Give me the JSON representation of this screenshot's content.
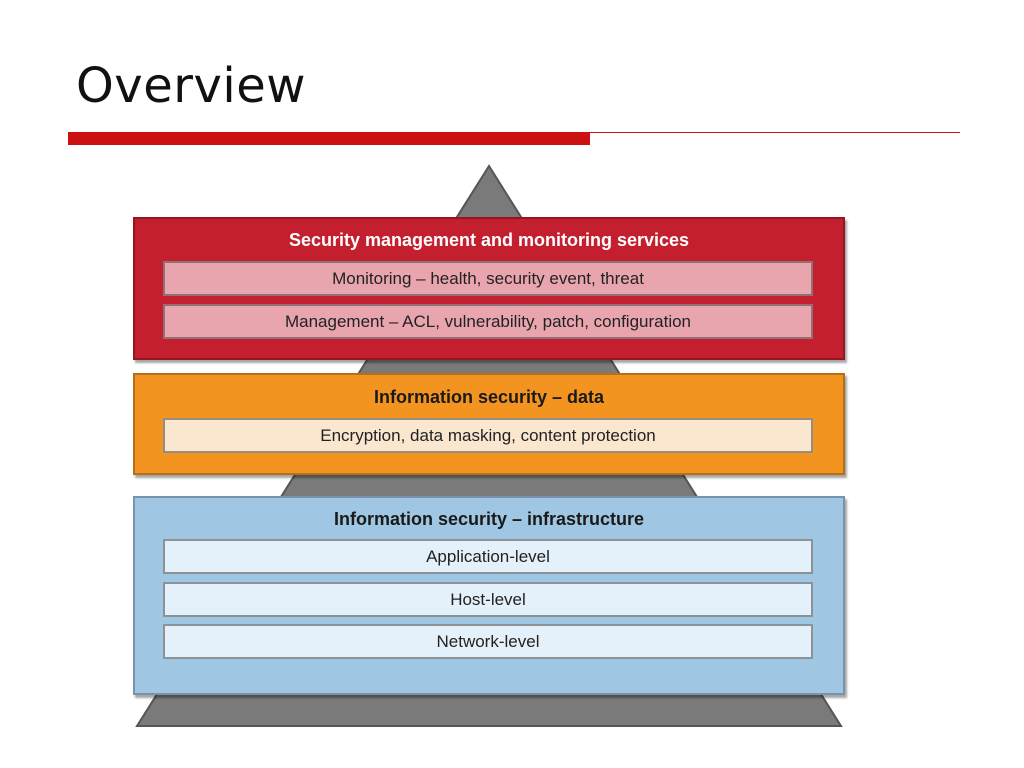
{
  "slide": {
    "title": "Overview",
    "accent_color": "#cc1111"
  },
  "diagram": {
    "layers": [
      {
        "id": "security-management",
        "heading": "Security management and monitoring services",
        "color": "#c41f2e",
        "items": [
          "Monitoring – health, security event, threat",
          "Management – ACL, vulnerability, patch, configuration"
        ]
      },
      {
        "id": "information-security-data",
        "heading": "Information security – data",
        "color": "#f39421",
        "items": [
          "Encryption, data masking, content protection"
        ]
      },
      {
        "id": "information-security-infrastructure",
        "heading": "Information security – infrastructure",
        "color": "#9fc6e3",
        "items": [
          "Application-level",
          "Host-level",
          "Network-level"
        ]
      }
    ],
    "pyramid_color": "#7a7a7a"
  }
}
